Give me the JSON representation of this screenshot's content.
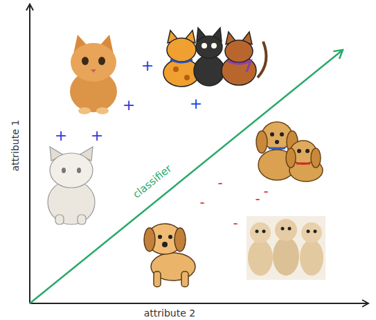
{
  "diagram": {
    "labels": [
      "attribute 1",
      "attribute 2",
      "classifier",
      "+",
      "+",
      "+",
      "+",
      "+",
      "-",
      "-",
      "-",
      "-",
      "-"
    ]
  }
}
